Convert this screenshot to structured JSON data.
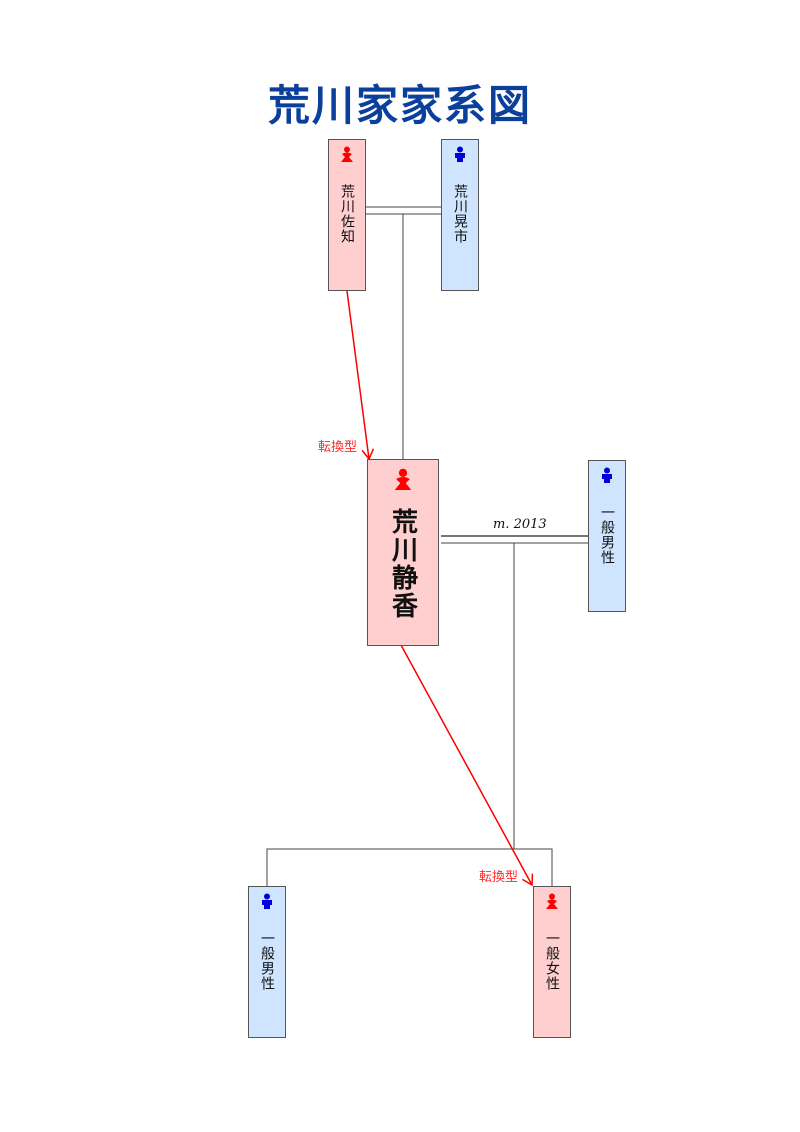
{
  "title": "荒川家家系図",
  "colors": {
    "title": "#0a3f9c",
    "female_fill": "#ffcfcf",
    "male_fill": "#cfe5ff",
    "female_icon": "#ff0000",
    "male_icon": "#0000dd",
    "arrow": "#ff0000"
  },
  "people": {
    "sachi": {
      "name": "荒川佐知",
      "gender": "female",
      "icon": "female-person-icon"
    },
    "koichi": {
      "name": "荒川晃市",
      "gender": "male",
      "icon": "male-person-icon"
    },
    "shizuka": {
      "name": "荒川静香",
      "gender": "female",
      "icon": "female-person-icon",
      "focus": true
    },
    "spouse": {
      "name": "一般男性",
      "gender": "male",
      "icon": "male-person-icon"
    },
    "child_male": {
      "name": "一般男性",
      "gender": "male",
      "icon": "male-person-icon"
    },
    "child_female": {
      "name": "一般女性",
      "gender": "female",
      "icon": "female-person-icon"
    }
  },
  "marriages": [
    {
      "partners": [
        "sachi",
        "koichi"
      ],
      "label": ""
    },
    {
      "partners": [
        "shizuka",
        "spouse"
      ],
      "label": "m. 2013"
    }
  ],
  "arrows": [
    {
      "from": "sachi",
      "to": "shizuka",
      "label": "転換型"
    },
    {
      "from": "shizuka",
      "to": "child_female",
      "label": "転換型"
    }
  ]
}
